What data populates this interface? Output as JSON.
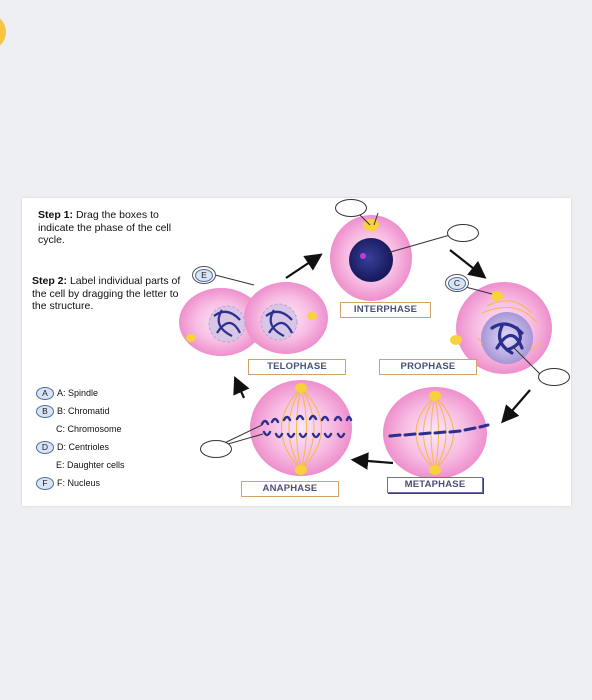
{
  "instructions": {
    "step1_label": "Step 1:",
    "step1_text": "Drag the boxes to indicate the phase of the cell cycle.",
    "step2_label": "Step 2:",
    "step2_text": "Label individual parts of the cell by dragging the letter to the structure."
  },
  "legend": [
    {
      "letter": "A",
      "text": "A: Spindle",
      "badge": true
    },
    {
      "letter": "B",
      "text": "B: Chromatid",
      "badge": true
    },
    {
      "letter": "",
      "text": "C: Chromosome",
      "badge": false
    },
    {
      "letter": "D",
      "text": "D: Centrioles",
      "badge": true
    },
    {
      "letter": "",
      "text": "E: Daughter cells",
      "badge": false
    },
    {
      "letter": "F",
      "text": "F: Nucleus",
      "badge": true
    }
  ],
  "phases": {
    "interphase": "INTERPHASE",
    "prophase": "PROPHASE",
    "metaphase": "METAPHASE",
    "anaphase": "ANAPHASE",
    "telophase": "TELOPHASE"
  },
  "placed_badges": {
    "e": "E",
    "c": "C"
  },
  "colors": {
    "cell_pink": "#f29fd4",
    "cell_center": "#fbe0f3",
    "spindle": "#f5b84a",
    "chromosome": "#2b2f8f",
    "nucleus": "#1a1f6e",
    "badge_fill": "#d8e4f4",
    "badge_border": "#4a6fa5"
  }
}
